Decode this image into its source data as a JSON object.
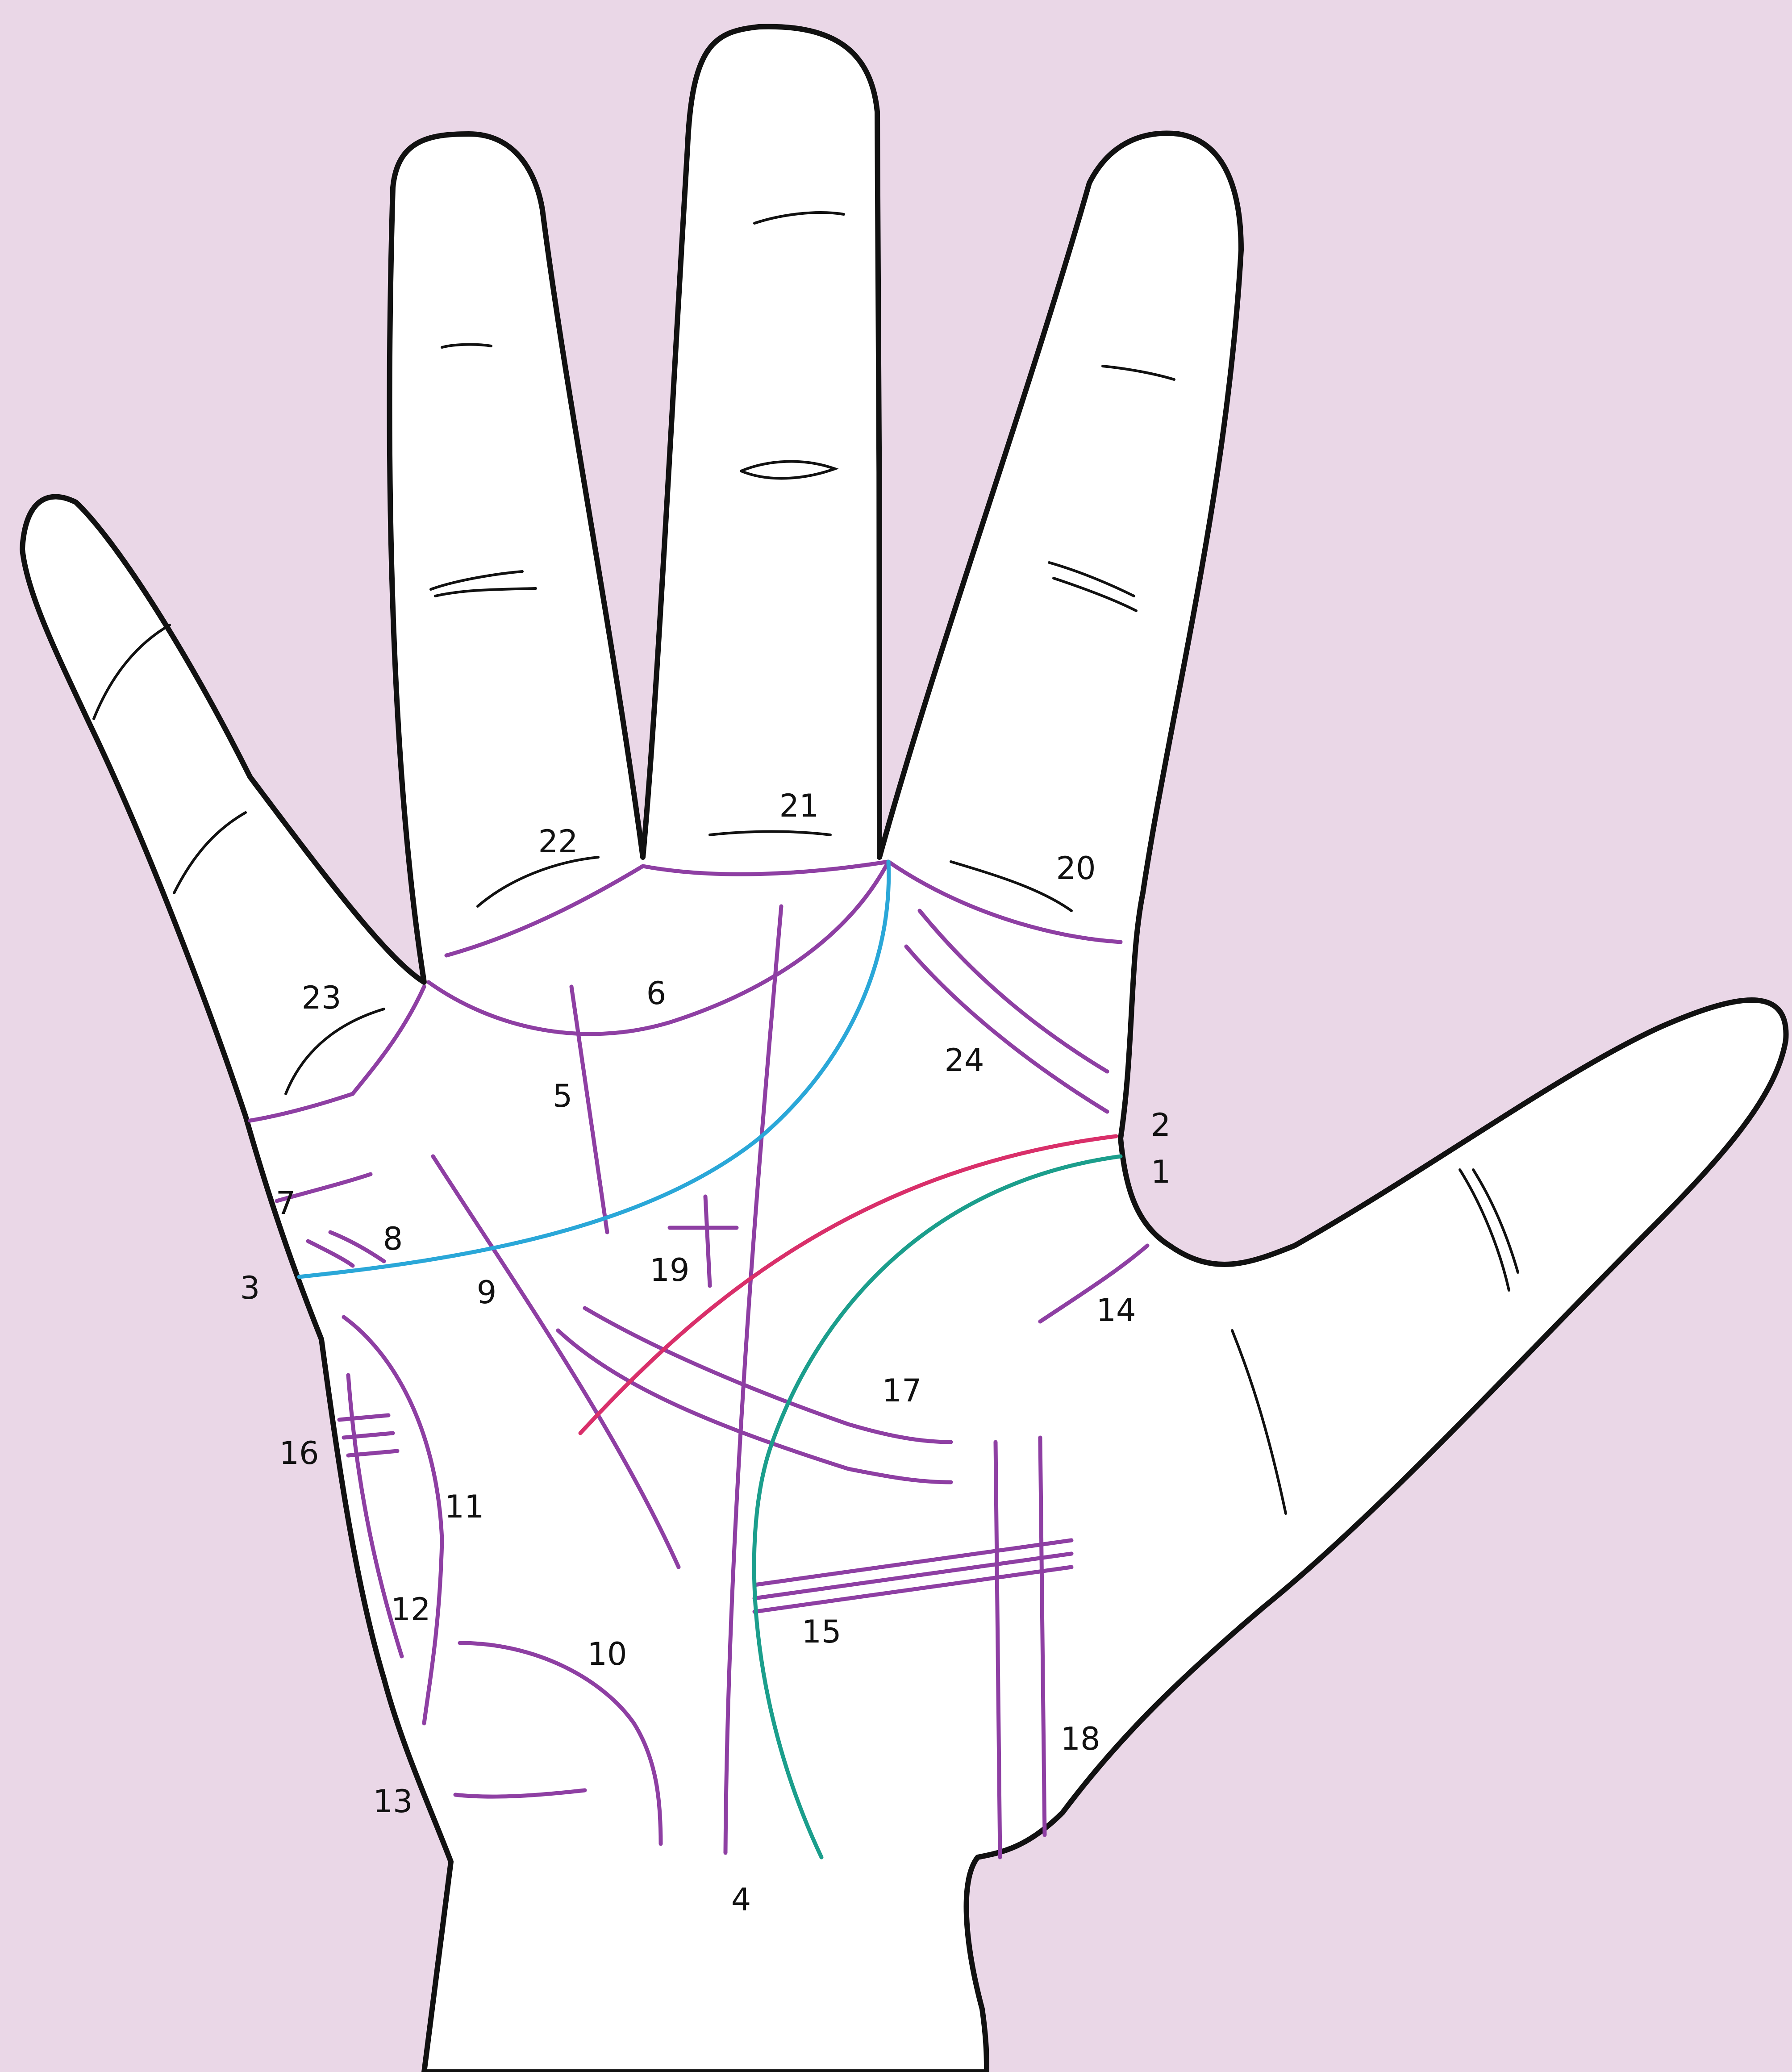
{
  "diagram": {
    "colors": {
      "background": "#ead7e7",
      "hand_fill": "#ffffff",
      "outline": "#111111",
      "purple": "#8e3fa3",
      "blue": "#2aa7d8",
      "red": "#d92f6a",
      "green": "#1b9e8c"
    },
    "labels": {
      "l1": "1",
      "l2": "2",
      "l3": "3",
      "l4": "4",
      "l5": "5",
      "l6": "6",
      "l7": "7",
      "l8": "8",
      "l9": "9",
      "l10": "10",
      "l11": "11",
      "l12": "12",
      "l13": "13",
      "l14": "14",
      "l15": "15",
      "l16": "16",
      "l17": "17",
      "l18": "18",
      "l19": "19",
      "l20": "20",
      "l21": "21",
      "l22": "22",
      "l23": "23",
      "l24": "24"
    }
  }
}
